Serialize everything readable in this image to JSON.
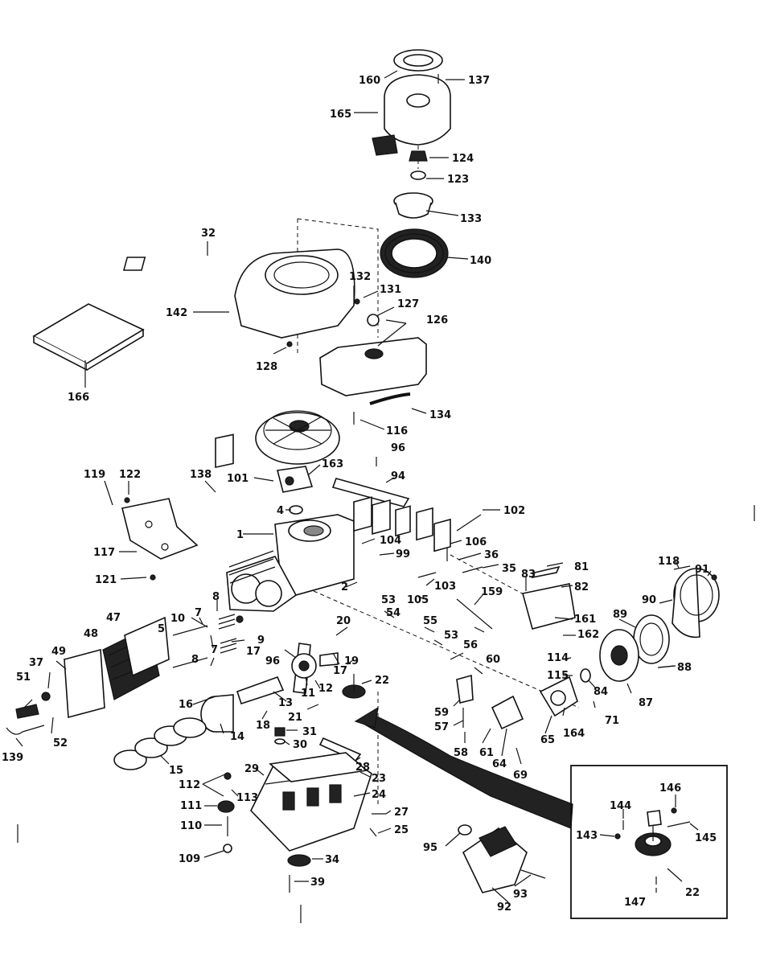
{
  "diagram": {
    "labels": [
      {
        "id": "l160",
        "text": "160"
      },
      {
        "id": "l137",
        "text": "137"
      },
      {
        "id": "l165",
        "text": "165"
      },
      {
        "id": "l124",
        "text": "124"
      },
      {
        "id": "l123",
        "text": "123"
      },
      {
        "id": "l133",
        "text": "133"
      },
      {
        "id": "l32",
        "text": "32"
      },
      {
        "id": "l140",
        "text": "140"
      },
      {
        "id": "l132",
        "text": "132"
      },
      {
        "id": "l131",
        "text": "131"
      },
      {
        "id": "l127",
        "text": "127"
      },
      {
        "id": "l126",
        "text": "126"
      },
      {
        "id": "l142",
        "text": "142"
      },
      {
        "id": "l166",
        "text": "166"
      },
      {
        "id": "l128",
        "text": "128"
      },
      {
        "id": "l134",
        "text": "134"
      },
      {
        "id": "l116",
        "text": "116"
      },
      {
        "id": "l96",
        "text": "96"
      },
      {
        "id": "l163",
        "text": "163"
      },
      {
        "id": "l94",
        "text": "94"
      },
      {
        "id": "l119",
        "text": "119"
      },
      {
        "id": "l122",
        "text": "122"
      },
      {
        "id": "l138",
        "text": "138"
      },
      {
        "id": "l101",
        "text": "101"
      },
      {
        "id": "l4",
        "text": "4"
      },
      {
        "id": "l102",
        "text": "102"
      },
      {
        "id": "l117",
        "text": "117"
      },
      {
        "id": "l1",
        "text": "1"
      },
      {
        "id": "l104",
        "text": "104"
      },
      {
        "id": "l106",
        "text": "106"
      },
      {
        "id": "l99",
        "text": "99"
      },
      {
        "id": "l36",
        "text": "36"
      },
      {
        "id": "l35",
        "text": "35"
      },
      {
        "id": "l121",
        "text": "121"
      },
      {
        "id": "l103",
        "text": "103"
      },
      {
        "id": "l118",
        "text": "118"
      },
      {
        "id": "l91",
        "text": "91"
      },
      {
        "id": "l81",
        "text": "81"
      },
      {
        "id": "l83",
        "text": "83"
      },
      {
        "id": "l82",
        "text": "82"
      },
      {
        "id": "l2",
        "text": "2"
      },
      {
        "id": "l105",
        "text": "105"
      },
      {
        "id": "l90",
        "text": "90"
      },
      {
        "id": "l89",
        "text": "89"
      },
      {
        "id": "l47",
        "text": "47"
      },
      {
        "id": "l10",
        "text": "10"
      },
      {
        "id": "l8a",
        "text": "8"
      },
      {
        "id": "l53a",
        "text": "53"
      },
      {
        "id": "l54",
        "text": "54"
      },
      {
        "id": "l159",
        "text": "159"
      },
      {
        "id": "l161",
        "text": "161"
      },
      {
        "id": "l48",
        "text": "48"
      },
      {
        "id": "l5",
        "text": "5"
      },
      {
        "id": "l7a",
        "text": "7"
      },
      {
        "id": "l20",
        "text": "20"
      },
      {
        "id": "l55",
        "text": "55"
      },
      {
        "id": "l162",
        "text": "162"
      },
      {
        "id": "l9",
        "text": "9"
      },
      {
        "id": "l53b",
        "text": "53"
      },
      {
        "id": "l49",
        "text": "49"
      },
      {
        "id": "l37",
        "text": "37"
      },
      {
        "id": "l7b",
        "text": "7"
      },
      {
        "id": "l56",
        "text": "56"
      },
      {
        "id": "l114",
        "text": "114"
      },
      {
        "id": "l88",
        "text": "88"
      },
      {
        "id": "l96b",
        "text": "96"
      },
      {
        "id": "l19",
        "text": "19"
      },
      {
        "id": "l17a",
        "text": "17"
      },
      {
        "id": "l17b",
        "text": "17"
      },
      {
        "id": "l60",
        "text": "60"
      },
      {
        "id": "l115",
        "text": "115"
      },
      {
        "id": "l8b",
        "text": "8"
      },
      {
        "id": "l11",
        "text": "11"
      },
      {
        "id": "l12",
        "text": "12"
      },
      {
        "id": "l22a",
        "text": "22"
      },
      {
        "id": "l84",
        "text": "84"
      },
      {
        "id": "l87",
        "text": "87"
      },
      {
        "id": "l51",
        "text": "51"
      },
      {
        "id": "l16",
        "text": "16"
      },
      {
        "id": "l13",
        "text": "13"
      },
      {
        "id": "l59",
        "text": "59"
      },
      {
        "id": "l71",
        "text": "71"
      },
      {
        "id": "l21",
        "text": "21"
      },
      {
        "id": "l18",
        "text": "18"
      },
      {
        "id": "l57",
        "text": "57"
      },
      {
        "id": "l164",
        "text": "164"
      },
      {
        "id": "l52",
        "text": "52"
      },
      {
        "id": "l14",
        "text": "14"
      },
      {
        "id": "l31",
        "text": "31"
      },
      {
        "id": "l65",
        "text": "65"
      },
      {
        "id": "l139",
        "text": "139"
      },
      {
        "id": "l30",
        "text": "30"
      },
      {
        "id": "l58",
        "text": "58"
      },
      {
        "id": "l61",
        "text": "61"
      },
      {
        "id": "l64",
        "text": "64"
      },
      {
        "id": "l69",
        "text": "69"
      },
      {
        "id": "l15",
        "text": "15"
      },
      {
        "id": "l29",
        "text": "29"
      },
      {
        "id": "l28",
        "text": "28"
      },
      {
        "id": "l112",
        "text": "112"
      },
      {
        "id": "l23",
        "text": "23"
      },
      {
        "id": "l113",
        "text": "113"
      },
      {
        "id": "l146",
        "text": "146"
      },
      {
        "id": "l24",
        "text": "24"
      },
      {
        "id": "l111",
        "text": "111"
      },
      {
        "id": "l144",
        "text": "144"
      },
      {
        "id": "l27",
        "text": "27"
      },
      {
        "id": "l110",
        "text": "110"
      },
      {
        "id": "l25",
        "text": "25"
      },
      {
        "id": "l143",
        "text": "143"
      },
      {
        "id": "l145",
        "text": "145"
      },
      {
        "id": "l95",
        "text": "95"
      },
      {
        "id": "l109",
        "text": "109"
      },
      {
        "id": "l34",
        "text": "34"
      },
      {
        "id": "l39",
        "text": "39"
      },
      {
        "id": "l147",
        "text": "147"
      },
      {
        "id": "l22b",
        "text": "22"
      },
      {
        "id": "l93",
        "text": "93"
      },
      {
        "id": "l92",
        "text": "92"
      }
    ]
  }
}
